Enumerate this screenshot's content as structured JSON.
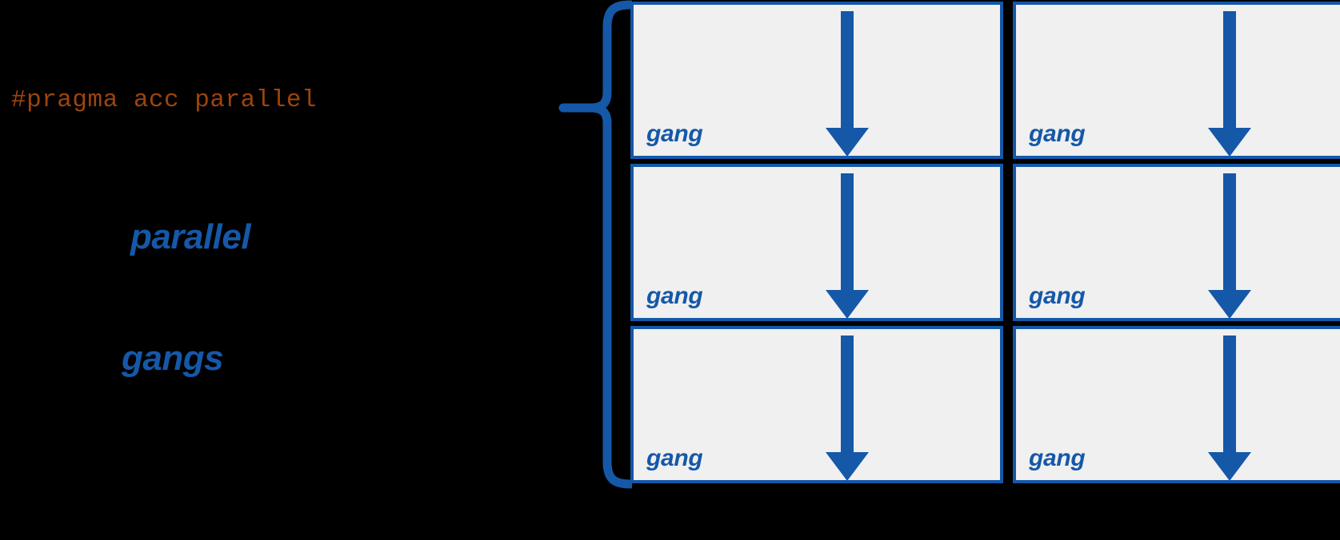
{
  "diagram": {
    "title_code": "#pragma acc parallel",
    "left_labels": [
      {
        "text": "parallel",
        "name": "label-parallel"
      },
      {
        "text": "gangs",
        "name": "label-gangs"
      }
    ],
    "brace": {
      "icon": "left-curly-brace-icon",
      "color": "#1558A8"
    },
    "colors": {
      "code_text": "#9E440B",
      "accent_blue": "#1558A8",
      "box_fill": "#F0F0F0",
      "background": "#000000"
    },
    "grid": {
      "columns": 2,
      "rows": 3,
      "cells": [
        {
          "label": "gang",
          "arrow": "down-arrow-icon"
        },
        {
          "label": "gang",
          "arrow": "down-arrow-icon"
        },
        {
          "label": "gang",
          "arrow": "down-arrow-icon"
        },
        {
          "label": "gang",
          "arrow": "down-arrow-icon"
        },
        {
          "label": "gang",
          "arrow": "down-arrow-icon"
        },
        {
          "label": "gang",
          "arrow": "down-arrow-icon"
        }
      ]
    }
  }
}
